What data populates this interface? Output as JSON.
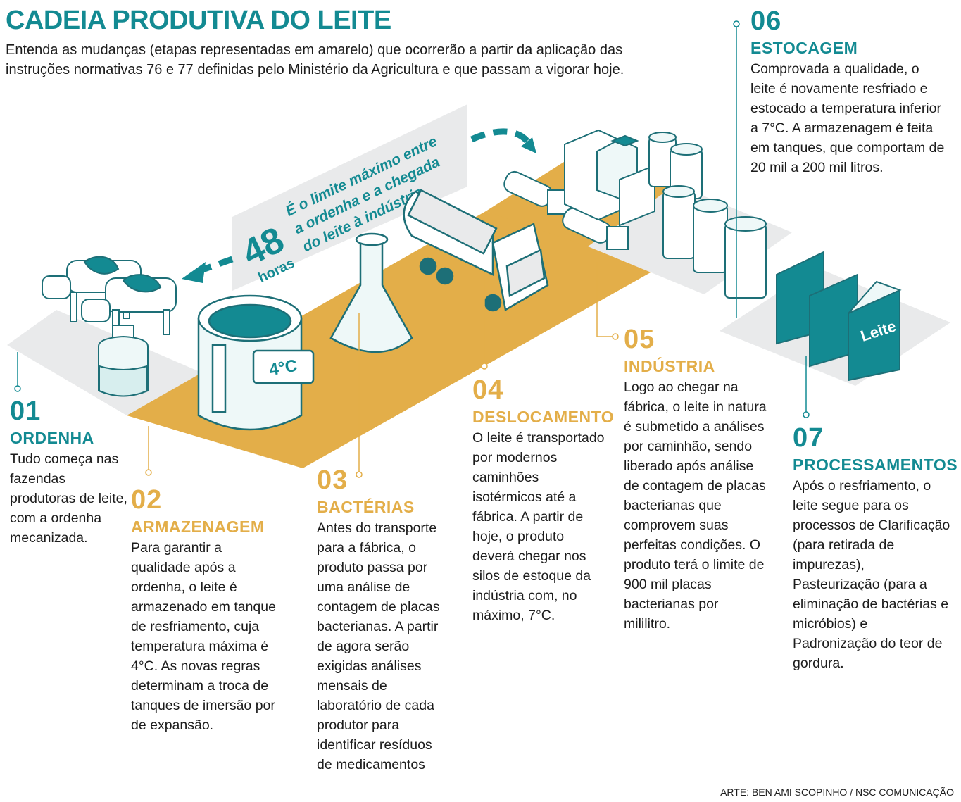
{
  "title": "CADEIA PRODUTIVA DO LEITE",
  "subtitle": "Entenda as mudanças (etapas representadas em amarelo) que ocorrerão a partir da aplicação das instruções normativas 76 e 77 definidas pelo Ministério da Agricultura e que passam a vigorar hoje.",
  "badge": {
    "number": "48",
    "unit": "horas",
    "line1": "É o limite máximo entre",
    "line2": "a ordenha e a chegada",
    "line3": "do leite à indústria"
  },
  "thermometer_reading": "4°C",
  "carton_label": "Leite",
  "steps": [
    {
      "num": "01",
      "head": "ORDENHA",
      "body": "Tudo começa nas fazendas produtoras de leite, com a ordenha mecanizada."
    },
    {
      "num": "02",
      "head": "ARMAZENAGEM",
      "body": "Para garantir a qualidade após a ordenha, o leite é armazenado em tanque de resfriamento, cuja temperatura máxima é 4°C. As novas regras determinam a troca de tanques de imersão por de expansão."
    },
    {
      "num": "03",
      "head": "BACTÉRIAS",
      "body": "Antes do transporte para a fábrica, o produto passa por uma análise de contagem de placas bacterianas. A partir de agora serão exigidas análises mensais de laboratório de cada produtor para identificar resíduos de medicamentos"
    },
    {
      "num": "04",
      "head": "DESLOCAMENTO",
      "body": "O leite é transportado por modernos caminhões isotérmicos até a fábrica. A partir de hoje, o produto deverá chegar nos silos de estoque da indústria com, no máximo, 7°C."
    },
    {
      "num": "05",
      "head": "INDÚSTRIA",
      "body": "Logo ao chegar na fábrica, o leite in natura é submetido a análises por caminhão, sendo liberado após análise de contagem de placas bacterianas que comprovem suas perfeitas condições. O produto terá o limite de 900 mil placas bacterianas por mililitro."
    },
    {
      "num": "06",
      "head": "ESTOCAGEM",
      "body": "Comprovada a qualidade, o leite é novamente resfriado e estocado a temperatura inferior a 7°C. A armazenagem é feita em tanques, que comportam de 20 mil a 200 mil litros."
    },
    {
      "num": "07",
      "head": "PROCESSAMENTOS",
      "body": "Após o resfriamento, o leite segue para os processos de Clarificação (para retirada de impurezas), Pasteurização (para a eliminação de bactérias e micróbios) e Padronização do teor de gordura."
    }
  ],
  "credit": "ARTE: BEN AMI SCOPINHO / NSC COMUNICAÇÃO",
  "colors": {
    "teal": "#138a92",
    "gold": "#e3ae49",
    "gray": "#e9eaeb"
  }
}
